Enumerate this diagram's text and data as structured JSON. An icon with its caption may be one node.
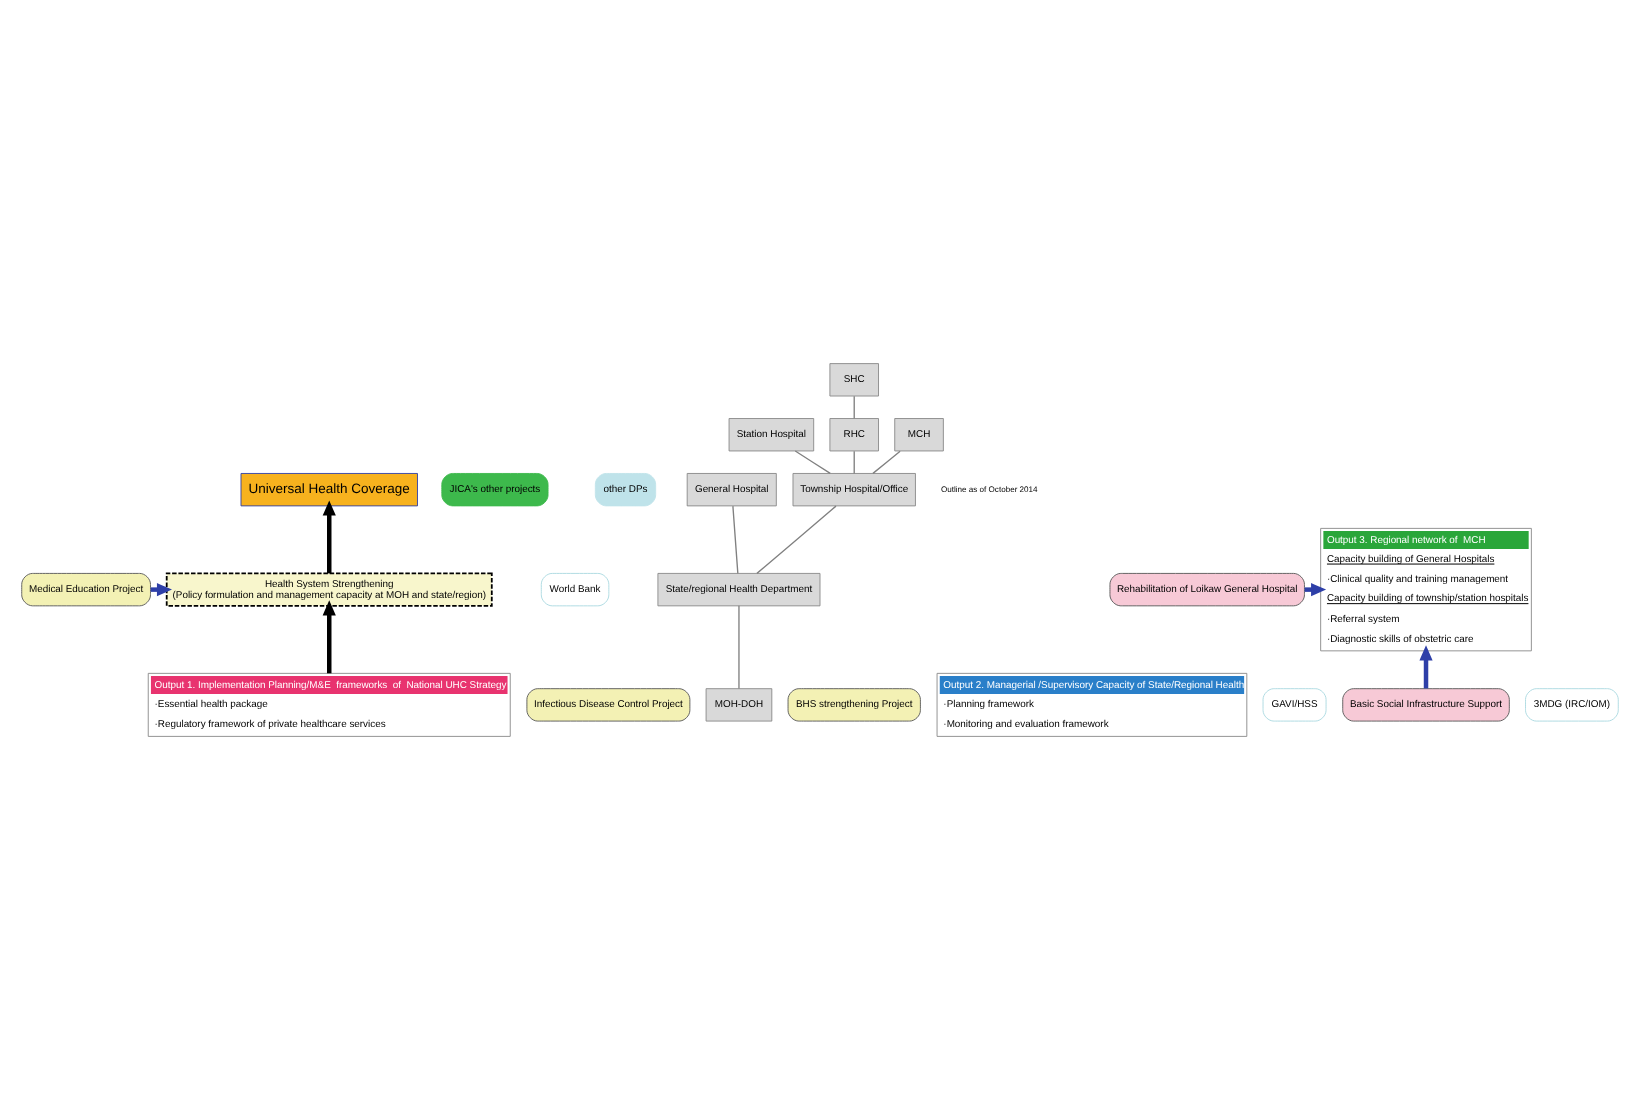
{
  "diagram": {
    "nodes": [
      {
        "text": [
          "Universal Health Coverage"
        ]
      },
      {
        "text": [
          "JICA's other projects"
        ]
      },
      {
        "text": [
          "other DPs"
        ]
      },
      {
        "text": [
          "Health System Strengthening",
          "(Policy formulation and management capacity at MOH and state/region)"
        ]
      },
      {
        "text": [
          "Medical Education Project"
        ]
      },
      {
        "text": [
          "World Bank"
        ]
      },
      {
        "text": [
          "Output 1. Implementation Planning/M&E  frameworks  of  National UHC Strategy",
          "·Essential health package",
          "·Regulatory framework of private healthcare services"
        ]
      },
      {
        "text": [
          "Infectious Disease Control Project"
        ]
      },
      {
        "text": [
          "MOH-DOH"
        ]
      },
      {
        "text": [
          "BHS strengthening Project"
        ]
      },
      {
        "text": [
          "Output 2. Managerial /Supervisory Capacity of State/Regional Health",
          "·Planning framework",
          "·Monitoring and evaluation framework"
        ]
      },
      {
        "text": [
          "GAVI/HSS"
        ]
      },
      {
        "text": [
          "State/regional Health Department"
        ]
      },
      {
        "text": [
          "Rehabilitation of Loikaw General Hospital"
        ]
      },
      {
        "text": [
          "Output 3. Regional network of  MCH",
          "Capacity building of General Hospitals",
          "·Clinical quality and training management",
          "Capacity building of township/station hospitals",
          "·Referral system",
          "·Diagnostic skills of obstetric care"
        ]
      },
      {
        "text": [
          "General Hospital"
        ]
      },
      {
        "text": [
          "3MDG (IRC/IOM)"
        ]
      },
      {
        "text": [
          "Basic Social Infrastructure Support"
        ]
      },
      {
        "text": [
          "Township Hospital/Office"
        ]
      },
      {
        "text": [
          "Station Hospital"
        ]
      },
      {
        "text": [
          "RHC"
        ]
      },
      {
        "text": [
          "MCH"
        ]
      },
      {
        "text": [
          "SHC"
        ]
      }
    ],
    "edges": [
      {
        "from": 3,
        "to": 0,
        "arrow": "to",
        "style": "thick",
        "color": "#000000"
      },
      {
        "from": 6,
        "to": 3,
        "arrow": "to",
        "style": "thick",
        "color": "#000000"
      },
      {
        "from": 4,
        "to": 3,
        "arrow": "to",
        "style": "thick",
        "color": "#2e3fa8"
      },
      {
        "from": 13,
        "to": 14,
        "arrow": "to",
        "style": "thick",
        "color": "#2e3fa8"
      },
      {
        "from": 17,
        "to": 14,
        "arrow": "to",
        "style": "thick",
        "color": "#2e3fa8"
      },
      {
        "from": 8,
        "to": 12,
        "arrow": "none"
      },
      {
        "from": 12,
        "to": 15,
        "arrow": "none"
      },
      {
        "from": 12,
        "to": 18,
        "arrow": "none"
      },
      {
        "from": 18,
        "to": 19,
        "arrow": "none"
      },
      {
        "from": 18,
        "to": 20,
        "arrow": "none"
      },
      {
        "from": 18,
        "to": 21,
        "arrow": "none"
      },
      {
        "from": 20,
        "to": 22,
        "arrow": "none"
      }
    ],
    "labels": [
      "Outline as of October 2014"
    ]
  }
}
